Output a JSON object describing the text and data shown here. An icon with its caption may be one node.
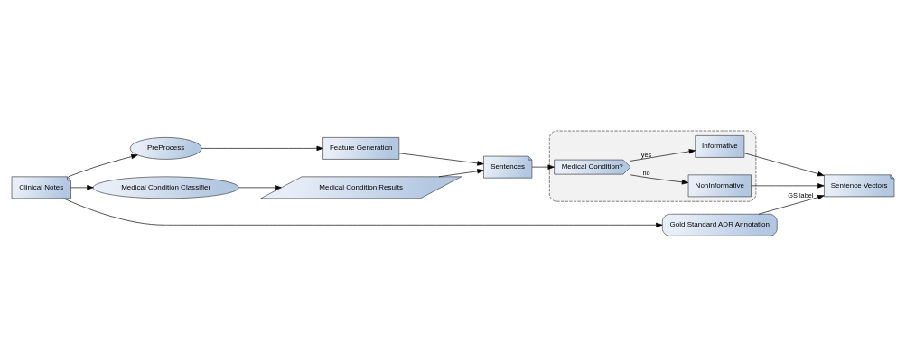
{
  "diagram": {
    "nodes": [
      {
        "text": [
          "Clinical Notes"
        ]
      },
      {
        "text": [
          "PreProcess"
        ]
      },
      {
        "text": [
          "Feature Generation"
        ]
      },
      {
        "text": [
          "Sentences"
        ]
      },
      {
        "text": [],
        "shape": "box"
      },
      {
        "text": [
          "Medical Condition?"
        ],
        "in": 4
      },
      {
        "text": [
          "Informative"
        ],
        "in": 4
      },
      {
        "text": [
          "NonInformative"
        ],
        "in": 4
      },
      {
        "text": [
          "Medical Condition Classifier"
        ]
      },
      {
        "text": [
          "Medical Condition Results"
        ]
      },
      {
        "text": [
          "Gold Standard ADR Annotation"
        ]
      },
      {
        "text": [
          "Sentence Vectors"
        ]
      }
    ],
    "edges": [
      {
        "from": 0,
        "to": 1,
        "arrow": "to"
      },
      {
        "from": 1,
        "to": 2,
        "arrow": "to"
      },
      {
        "from": 2,
        "to": 3,
        "arrow": "to"
      },
      {
        "from": 3,
        "to": 5,
        "arrow": "to"
      },
      {
        "from": 5,
        "to": 6,
        "arrow": "to",
        "label": "yes"
      },
      {
        "from": 5,
        "to": 7,
        "arrow": "to",
        "label": "no"
      },
      {
        "from": 0,
        "to": 8,
        "arrow": "to"
      },
      {
        "from": 8,
        "to": 9,
        "arrow": "to"
      },
      {
        "from": 9,
        "to": 3,
        "arrow": "to"
      },
      {
        "from": 0,
        "to": 10,
        "arrow": "to"
      },
      {
        "from": 10,
        "to": 11,
        "arrow": "to",
        "label": "GS label"
      },
      {
        "from": 7,
        "to": 11,
        "arrow": "to"
      },
      {
        "from": 6,
        "to": 11,
        "arrow": "to"
      }
    ]
  }
}
